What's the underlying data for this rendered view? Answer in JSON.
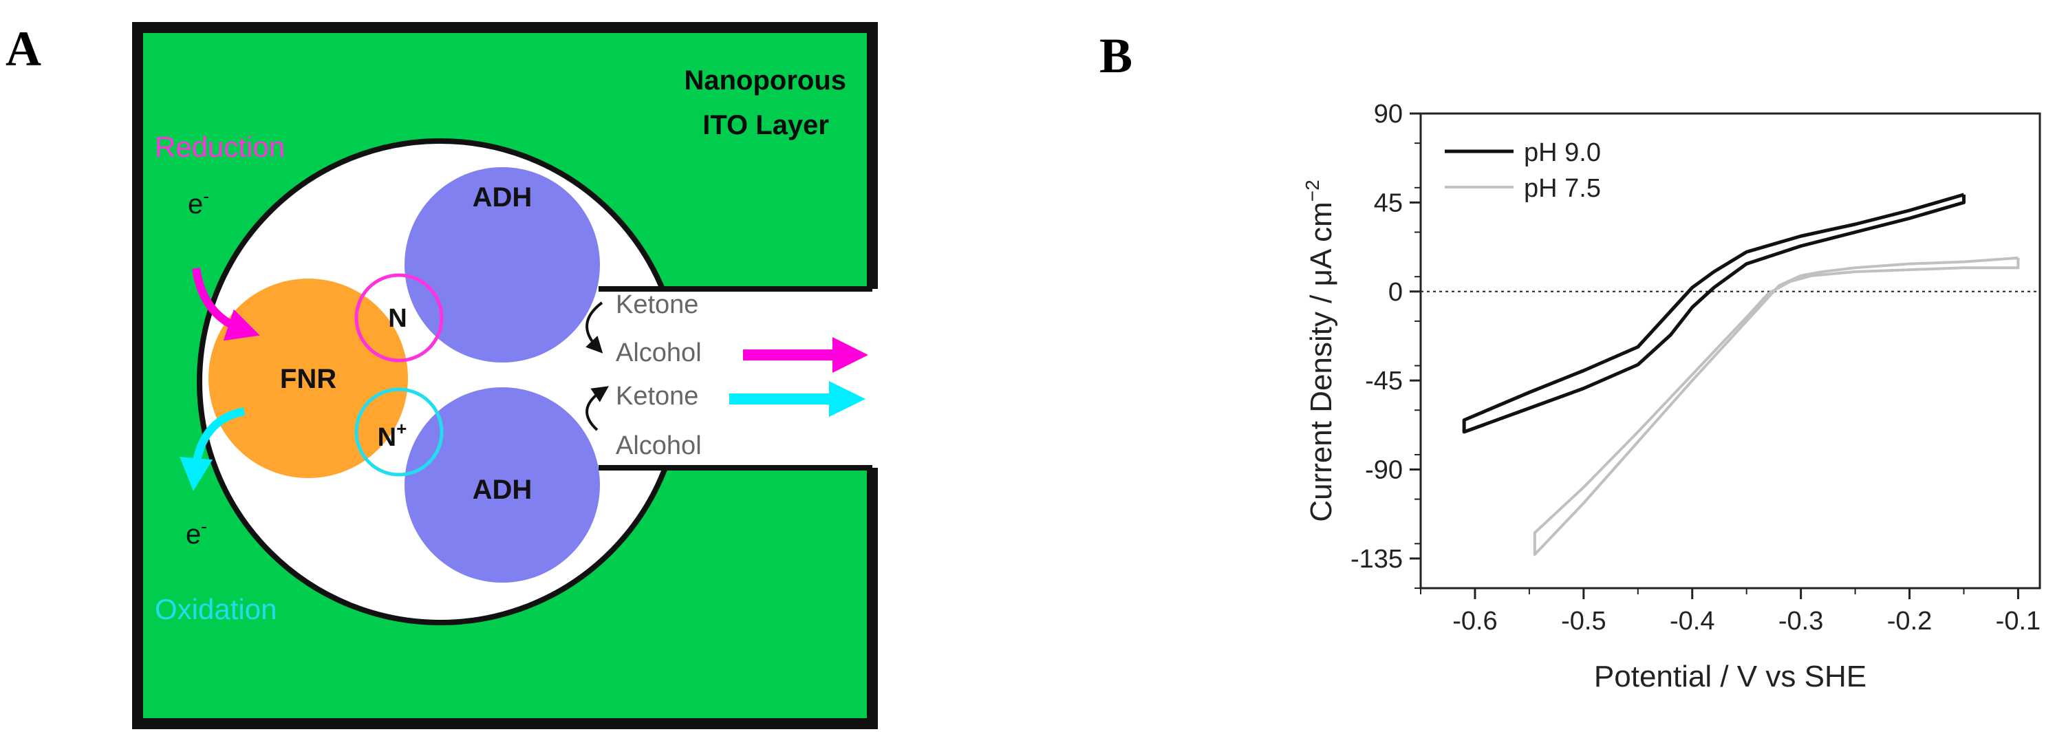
{
  "figure": {
    "panel_a_letter": "A",
    "panel_b_letter": "B"
  },
  "diagram": {
    "layer_label_line1": "Nanoporous",
    "layer_label_line2": "ITO Layer",
    "reduction_label": "Reduction",
    "oxidation_label": "Oxidation",
    "electron_top": "e",
    "electron_bottom": "e",
    "electron_superscript": "-",
    "fnr_label": "FNR",
    "adh_top_label": "ADH",
    "adh_bottom_label": "ADH",
    "n_label": "N",
    "n_plus_label": "N",
    "n_plus_superscript": "+",
    "ketone_top": "Ketone",
    "alcohol_top": "Alcohol",
    "ketone_bottom": "Ketone",
    "alcohol_bottom": "Alcohol",
    "colors": {
      "layer": "#00cc4e",
      "fnr": "#ffa530",
      "adh": "#8080f0",
      "reduction": "#ff33dd",
      "oxidation": "#22ddee",
      "reduction_arrow": "#ff00dd",
      "oxidation_arrow": "#00eeff"
    }
  },
  "chart_data": {
    "type": "line",
    "title": "",
    "xlabel": "Potential / V vs SHE",
    "ylabel_prefix": "Current Density / ",
    "ylabel_mu": "μ",
    "ylabel_unit": "A cm",
    "ylabel_exp": "−2",
    "xlim": [
      -0.65,
      -0.08
    ],
    "ylim": [
      -150,
      90
    ],
    "xticks": [
      -0.6,
      -0.5,
      -0.4,
      -0.3,
      -0.2,
      -0.1
    ],
    "xtick_labels": [
      "-0.6",
      "-0.5",
      "-0.4",
      "-0.3",
      "-0.2",
      "-0.1"
    ],
    "yticks": [
      90,
      45,
      0,
      -45,
      -90,
      -135
    ],
    "ytick_labels": [
      "90",
      "45",
      "0",
      "-45",
      "-90",
      "-135"
    ],
    "zero_line": "dotted",
    "grid": false,
    "legend_position": "top-left",
    "series": [
      {
        "name": "pH 9.0",
        "color": "#111111",
        "x": [
          -0.15,
          -0.2,
          -0.25,
          -0.3,
          -0.35,
          -0.38,
          -0.4,
          -0.42,
          -0.45,
          -0.5,
          -0.55,
          -0.61,
          -0.61,
          -0.55,
          -0.5,
          -0.45,
          -0.42,
          -0.4,
          -0.38,
          -0.35,
          -0.3,
          -0.25,
          -0.2,
          -0.15
        ],
        "y": [
          49,
          41,
          34,
          28,
          20,
          10,
          2,
          -10,
          -28,
          -40,
          -51,
          -65,
          -71,
          -59,
          -49,
          -37,
          -22,
          -8,
          2,
          14,
          23,
          30,
          37,
          45
        ]
      },
      {
        "name": "pH 7.5",
        "color": "#c0c0c0",
        "x": [
          -0.1,
          -0.15,
          -0.2,
          -0.25,
          -0.28,
          -0.3,
          -0.32,
          -0.35,
          -0.4,
          -0.45,
          -0.5,
          -0.545,
          -0.545,
          -0.5,
          -0.45,
          -0.4,
          -0.35,
          -0.33,
          -0.31,
          -0.29,
          -0.25,
          -0.2,
          -0.15,
          -0.1
        ],
        "y": [
          17,
          15,
          14,
          12,
          10,
          8,
          3,
          -15,
          -45,
          -76,
          -107,
          -133,
          -122,
          -99,
          -71,
          -42,
          -13,
          -1,
          5,
          8,
          10,
          11,
          12,
          12
        ]
      }
    ]
  }
}
